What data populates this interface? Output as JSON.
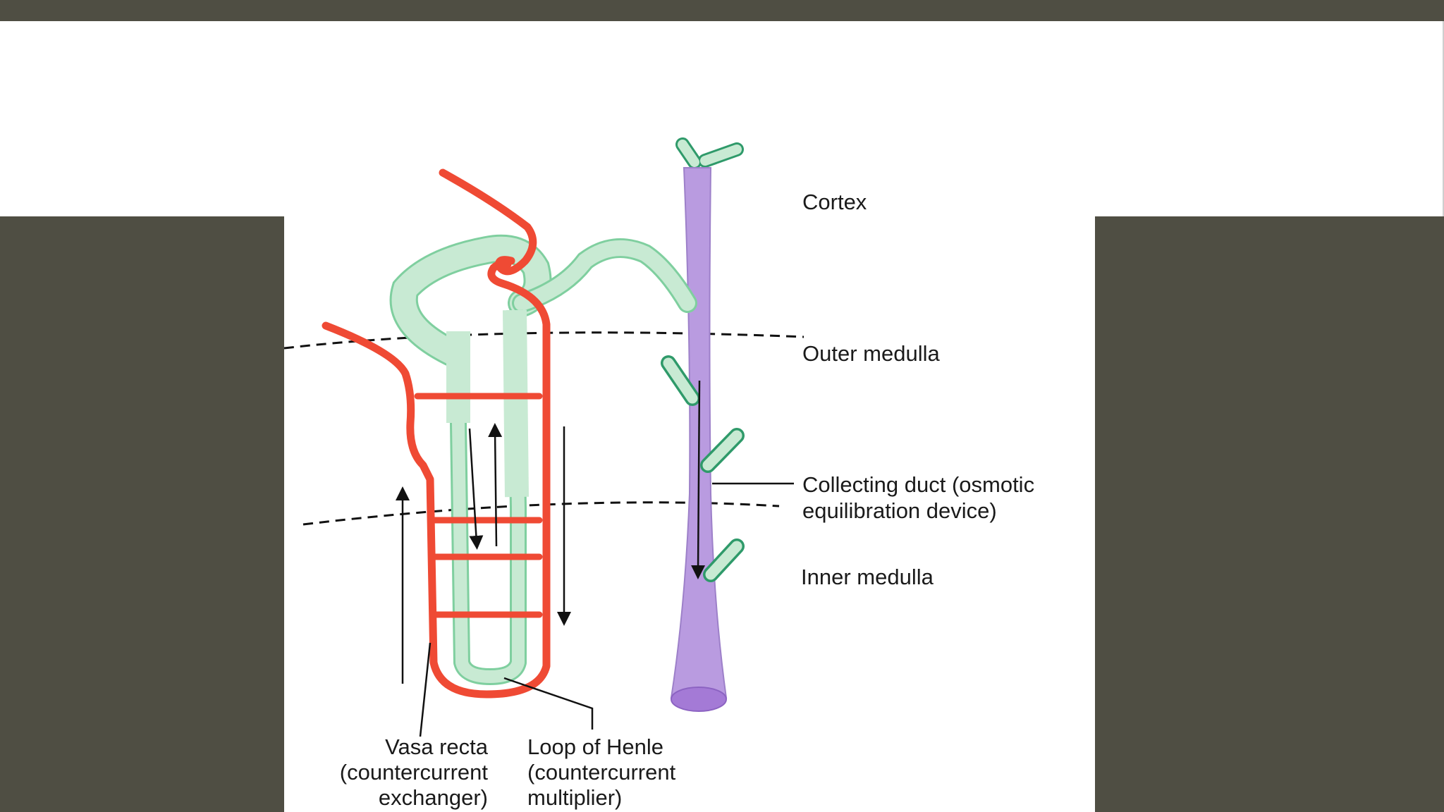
{
  "diagram": {
    "zones": {
      "cortex": "Cortex",
      "outer_medulla": "Outer medulla",
      "inner_medulla": "Inner medulla"
    },
    "collecting_duct": {
      "line1": "Collecting duct (osmotic",
      "line2": "equilibration device)"
    },
    "vasa_recta": {
      "line1": "Vasa recta",
      "line2": "(countercurrent",
      "line3": "exchanger)"
    },
    "loop_of_henle": {
      "line1": "Loop of Henle",
      "line2": "(countercurrent",
      "line3": "multiplier)"
    }
  },
  "colors": {
    "background": "#4f4e43",
    "vessel_red": "#ef4a34",
    "tubule_green": "#c8ead3",
    "tubule_outline": "#7fcf9f",
    "duct_purple": "#b99be0"
  }
}
